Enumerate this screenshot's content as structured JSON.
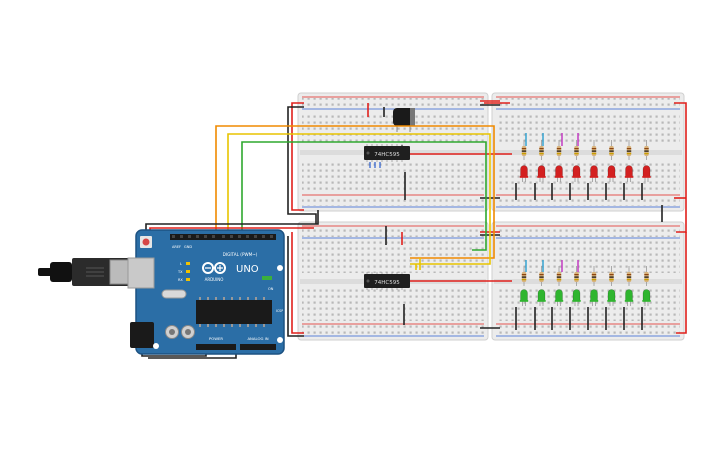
{
  "chips": {
    "top_label": "74HC595",
    "bottom_label": "74HC595"
  },
  "arduino": {
    "logo_text": "UNO",
    "brand_text": "ARDUINO",
    "digital_header": "DIGITAL (PWM~)",
    "power_header": "POWER",
    "analog_header": "ANALOG IN",
    "aref_label": "AREF",
    "gnd_label": "GND",
    "tx_label": "TX",
    "rx_label": "RX",
    "l_label": "L",
    "on_label": "ON",
    "icsp_label": "ICSP"
  },
  "leds": {
    "top_color": "#d32020",
    "bottom_color": "#2fb52f",
    "count": 8
  },
  "colors": {
    "wire_orange": "#f08a00",
    "wire_yellow": "#e8c400",
    "wire_green": "#2ea82e",
    "wire_red": "#e0201c",
    "wire_black": "#222222",
    "board_blue": "#2b6ea6",
    "breadboard": "#e9e9e9",
    "chip": "#1f1f1f"
  }
}
